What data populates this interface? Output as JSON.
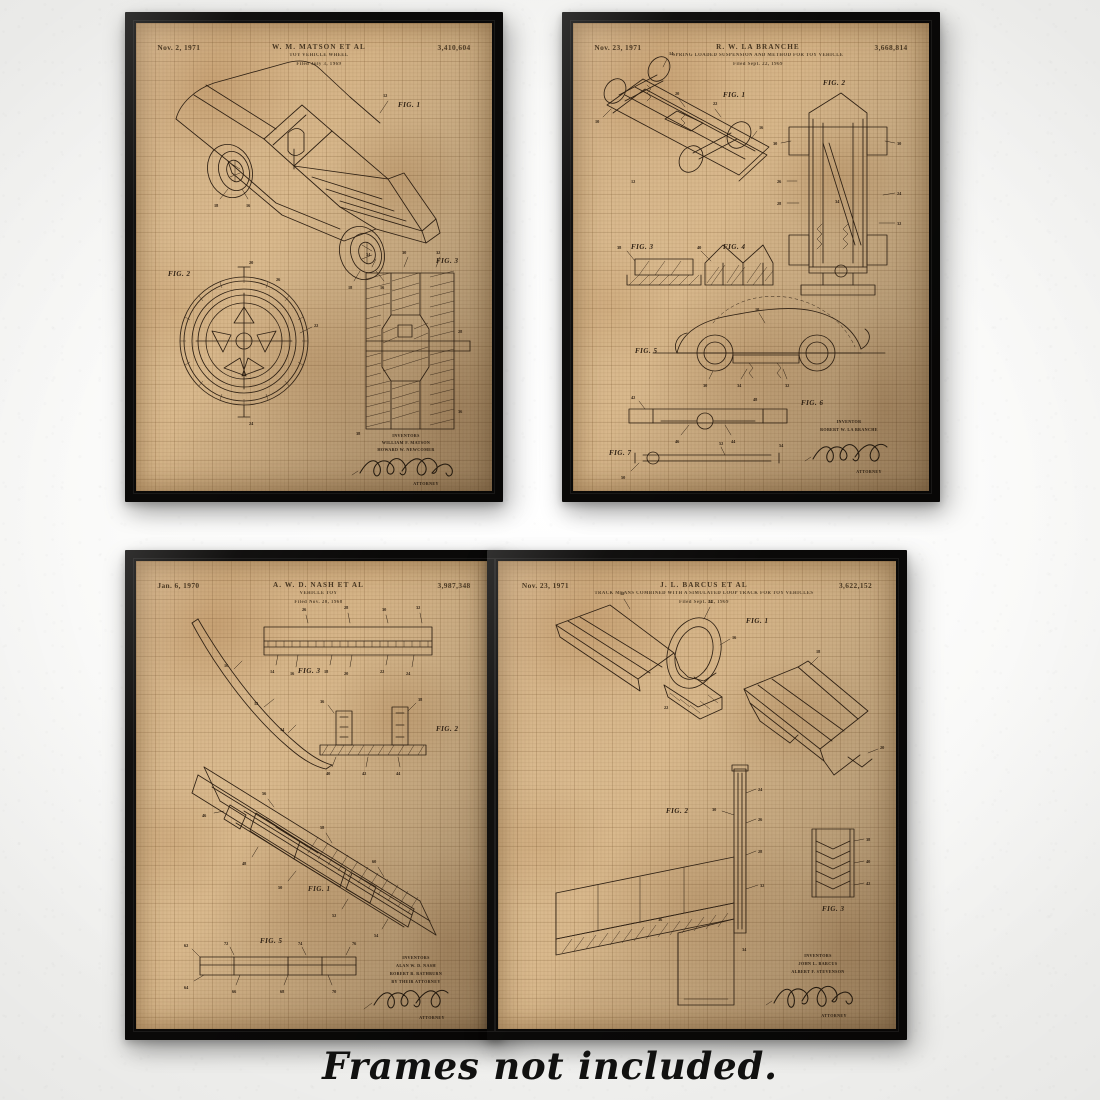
{
  "caption": {
    "text": "Frames not included."
  },
  "colors": {
    "wall": "#fbfbfa",
    "frame": "#0a0908",
    "paper": "#d9b98d",
    "ink": "#2e2013",
    "caption_text": "#111110"
  },
  "frames": [
    {
      "id": "top-left",
      "position": "top-left",
      "date": "Nov. 2, 1971",
      "inventor": "W. M. MATSON ET AL",
      "title": "TOY VEHICLE WHEEL",
      "filed": "Filed July 3, 1969",
      "patent_number": "3,410,604",
      "figures": [
        "FIG. 1",
        "FIG. 2",
        "FIG. 3"
      ],
      "subject": "toy vehicle with mag wheels, wheel face detail and axle cross-section",
      "signature_lines": [
        "INVENTORS",
        "WILLIAM F. MATSON",
        "HOWARD W. NEWCOMER",
        "ATTORNEY"
      ]
    },
    {
      "id": "top-right",
      "position": "top-right",
      "date": "Nov. 23, 1971",
      "inventor": "R. W. LA BRANCHE",
      "title": "SPRING LOADED SUSPENSION AND METHOD FOR TOY VEHICLE",
      "filed": "Filed Sept. 22, 1969",
      "patent_number": "3,668,814",
      "figures": [
        "FIG. 1",
        "FIG. 2",
        "FIG. 3",
        "FIG. 4",
        "FIG. 5",
        "FIG. 6"
      ],
      "subject": "toy car chassis exploded view, axle suspension elevation, track sections and side profile of vehicle",
      "signature_lines": [
        "INVENTOR",
        "ROBERT W. LA BRANCHE",
        "ATTORNEY"
      ]
    },
    {
      "id": "bottom-left",
      "position": "bottom-left",
      "date": "Jan. 6, 1970",
      "inventor": "A. W. D. NASH ET AL",
      "title": "VEHICLE TOY",
      "filed": "Filed Nov. 20, 1968",
      "patent_number": "3,987,348",
      "figures": [
        "FIG. 1",
        "FIG. 2",
        "FIG. 3",
        "FIG. 5"
      ],
      "subject": "toy raceway track sections with curved ramp, connector detail and track cross-sections",
      "signature_lines": [
        "INVENTORS",
        "ALAN W. D. NASH",
        "ROBERT B. RATHBURN",
        "ATTORNEY"
      ]
    },
    {
      "id": "bottom-right",
      "position": "bottom-right",
      "date": "Nov. 23, 1971",
      "inventor": "J. L. BARCUS ET AL",
      "title": "TRACK MEANS COMBINED WITH A SIMULATED LOOP TRACK FOR TOY VEHICLES",
      "filed": "Filed Sept. 22, 1969",
      "patent_number": "3,622,152",
      "figures": [
        "FIG. 1",
        "FIG. 2",
        "FIG. 3"
      ],
      "subject": "loop track assembly, vertical support post elevation and chevron track cross-section",
      "signature_lines": [
        "INVENTORS",
        "JOHN L. BARCUS",
        "ALBERT F. STEVENSON",
        "ATTORNEY"
      ]
    }
  ]
}
